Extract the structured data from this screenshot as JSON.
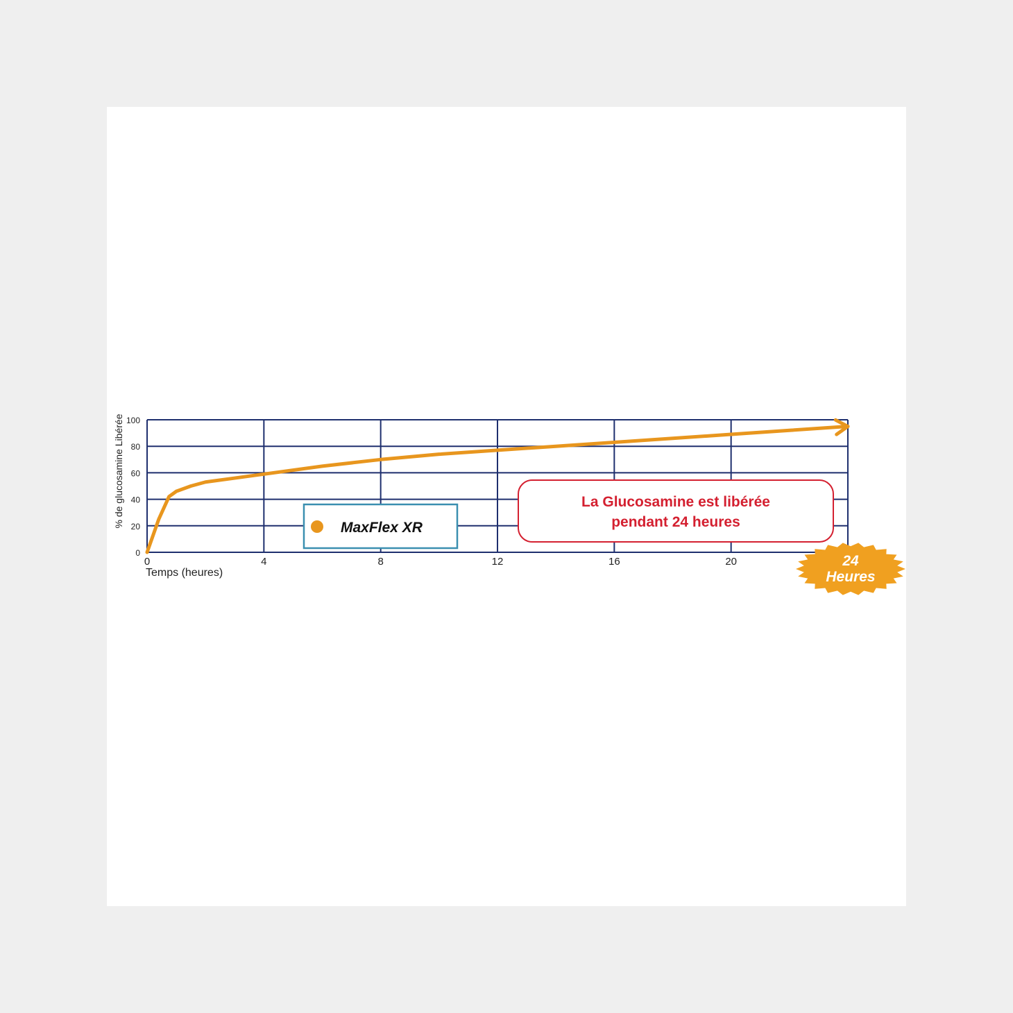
{
  "chart_data": {
    "type": "line",
    "title": "",
    "xlabel": "Temps (heures)",
    "ylabel": "% de glucosamine Libérée",
    "xlim": [
      0,
      24
    ],
    "ylim": [
      0,
      100
    ],
    "x_ticks": [
      "0",
      "4",
      "8",
      "12",
      "16",
      "20"
    ],
    "y_ticks": [
      "0",
      "20",
      "40",
      "60",
      "80",
      "100"
    ],
    "grid": true,
    "series": [
      {
        "name": "MaxFlex XR",
        "color": "#e8961e",
        "x": [
          0,
          0.4,
          0.75,
          1.0,
          1.5,
          2,
          3,
          4,
          6,
          8,
          10,
          12,
          14,
          16,
          18,
          20,
          22,
          24
        ],
        "y": [
          0,
          25,
          42,
          46,
          50,
          53,
          56,
          59,
          65,
          70,
          74,
          77,
          80,
          83,
          86,
          89,
          92,
          95
        ]
      }
    ],
    "legend": {
      "placement": "bottom-center",
      "label": "MaxFlex XR"
    },
    "annotation": {
      "line1": "La Glucosamine est libérée",
      "line2": "pendant 24 heures",
      "color": "#d42030"
    },
    "badge": {
      "line1": "24",
      "line2": "Heures",
      "color": "#f0a020"
    },
    "colors": {
      "grid": "#1e2f6e",
      "line": "#e8961e",
      "legend_border": "#3a8fb0"
    }
  }
}
